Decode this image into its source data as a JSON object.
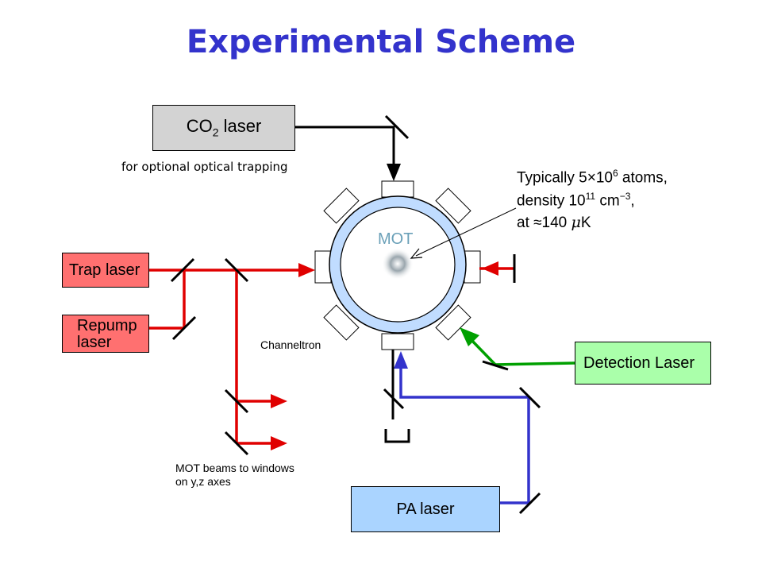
{
  "title": "Experimental Scheme",
  "co2_laser": {
    "prefix": "CO",
    "sub": "2",
    "suffix": " laser",
    "note": "for optional optical trapping"
  },
  "trap_laser": {
    "label": "Trap laser"
  },
  "repump_laser": {
    "line1": "Repump",
    "line2": "laser"
  },
  "detection_laser": {
    "label": "Detection Laser"
  },
  "pa_laser": {
    "label": "PA laser"
  },
  "mot": {
    "label": "MOT"
  },
  "channeltron": {
    "label": "Channeltron"
  },
  "mot_beams_note": {
    "line1": "MOT beams to windows",
    "line2": "on y,z axes"
  },
  "atoms_info": {
    "line1_a": "Typically 5",
    "line1_times": "×",
    "line1_b": "10",
    "line1_sup": "6",
    "line1_c": " atoms,",
    "line2_a": "density 10",
    "line2_sup1": "11",
    "line2_b": " cm",
    "line2_sup2": "−3",
    "line2_c": ",",
    "line3_a": "at ≈140 ",
    "line3_mu": "μ",
    "line3_b": "K"
  },
  "colors": {
    "title": "#3333cc",
    "red_beam": "#e00000",
    "green_beam": "#00a000",
    "blue_beam": "#3333cc",
    "co2_box": "#d3d3d3",
    "trap_box": "#ff7070",
    "detect_box": "#aaffaa",
    "pa_box": "#aad4ff",
    "chamber": "#c0dcff"
  }
}
